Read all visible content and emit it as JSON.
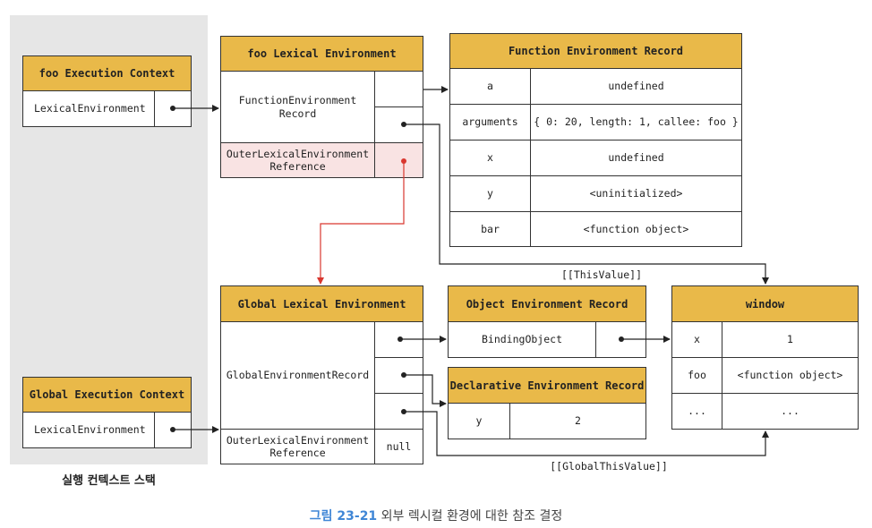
{
  "colors": {
    "header_fill": "#e9b949",
    "highlight_fill": "#f9e3e3",
    "highlight_arrow": "#d9372f",
    "stack_background": "#e6e6e6",
    "caption_accent": "#3f86d6"
  },
  "stack": {
    "label": "실행 컨텍스트 스택",
    "foo_context": {
      "title": "foo Execution Context",
      "lexical_env": "LexicalEnvironment"
    },
    "global_context": {
      "title": "Global Execution Context",
      "lexical_env": "LexicalEnvironment"
    }
  },
  "foo_lexical_env": {
    "title": "foo Lexical Environment",
    "record": "FunctionEnvironment\nRecord",
    "outer_ref": "OuterLexicalEnvironment\nReference"
  },
  "function_env_record": {
    "title": "Function Environment Record",
    "rows": [
      {
        "key": "a",
        "value": "undefined"
      },
      {
        "key": "arguments",
        "value": "{ 0: 20, length: 1, callee: foo }"
      },
      {
        "key": "x",
        "value": "undefined"
      },
      {
        "key": "y",
        "value": "<uninitialized>"
      },
      {
        "key": "bar",
        "value": "<function object>"
      }
    ]
  },
  "this_value_label": "[[ThisValue]]",
  "global_lexical_env": {
    "title": "Global Lexical Environment",
    "record": "GlobalEnvironmentRecord",
    "outer_ref": "OuterLexicalEnvironment\nReference",
    "outer_value": "null"
  },
  "object_env_record": {
    "title": "Object Environment Record",
    "binding": "BindingObject"
  },
  "declarative_env_record": {
    "title": "Declarative Environment Record",
    "rows": [
      {
        "key": "y",
        "value": "2"
      }
    ]
  },
  "window": {
    "title": "window",
    "rows": [
      {
        "key": "x",
        "value": "1"
      },
      {
        "key": "foo",
        "value": "<function object>"
      },
      {
        "key": "...",
        "value": "..."
      }
    ]
  },
  "global_this_value_label": "[[GlobalThisValue]]",
  "caption": {
    "number": "그림 23-21",
    "text": "외부 렉시컬 환경에 대한 참조 결정"
  }
}
